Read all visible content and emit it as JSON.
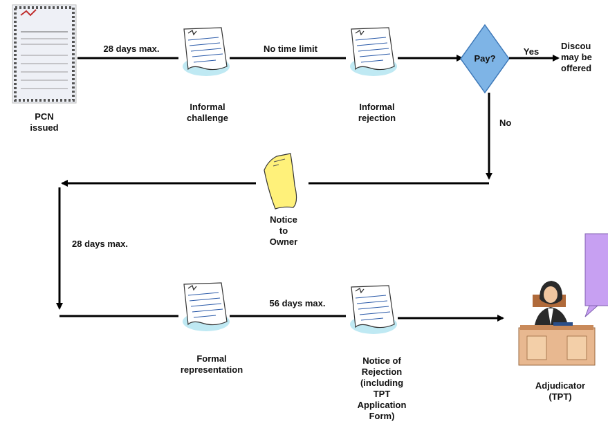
{
  "nodes": {
    "pcn": {
      "label": "PCN\nissued",
      "icon": "pcn-document-icon"
    },
    "informal_challenge": {
      "label": "Informal\nchallenge",
      "icon": "letter-icon"
    },
    "informal_rejection": {
      "label": "Informal\nrejection",
      "icon": "letter-icon"
    },
    "decision": {
      "label": "Pay?",
      "icon": "decision-diamond"
    },
    "discount": {
      "label": "Discou\nmay be\noffered"
    },
    "notice_to_owner": {
      "label": "Notice\nto\nOwner",
      "icon": "yellow-notice-icon"
    },
    "formal_representation": {
      "label": "Formal\nrepresentation",
      "icon": "letter-icon"
    },
    "notice_of_rejection": {
      "label": "Notice of\nRejection\n(including\nTPT\nApplication\nForm)",
      "icon": "letter-icon"
    },
    "adjudicator": {
      "label": "Adjudicator\n(TPT)",
      "icon": "adjudicator-at-desk-icon"
    }
  },
  "edges": {
    "pcn_to_challenge": "28 days max.",
    "challenge_to_rejection": "No time limit",
    "yes_branch": "Yes",
    "no_branch": "No",
    "owner_to_representation": "28 days max.",
    "representation_to_rejection": "56 days max."
  },
  "colors": {
    "line": "#000000",
    "diamond_fill": "#7eb4e6",
    "diamond_stroke": "#3d78b8",
    "notice_fill": "#fff17a",
    "speech_fill": "#c7a0f2",
    "desk_fill": "#e8b890",
    "letter_shadow": "#bfe9f3"
  }
}
